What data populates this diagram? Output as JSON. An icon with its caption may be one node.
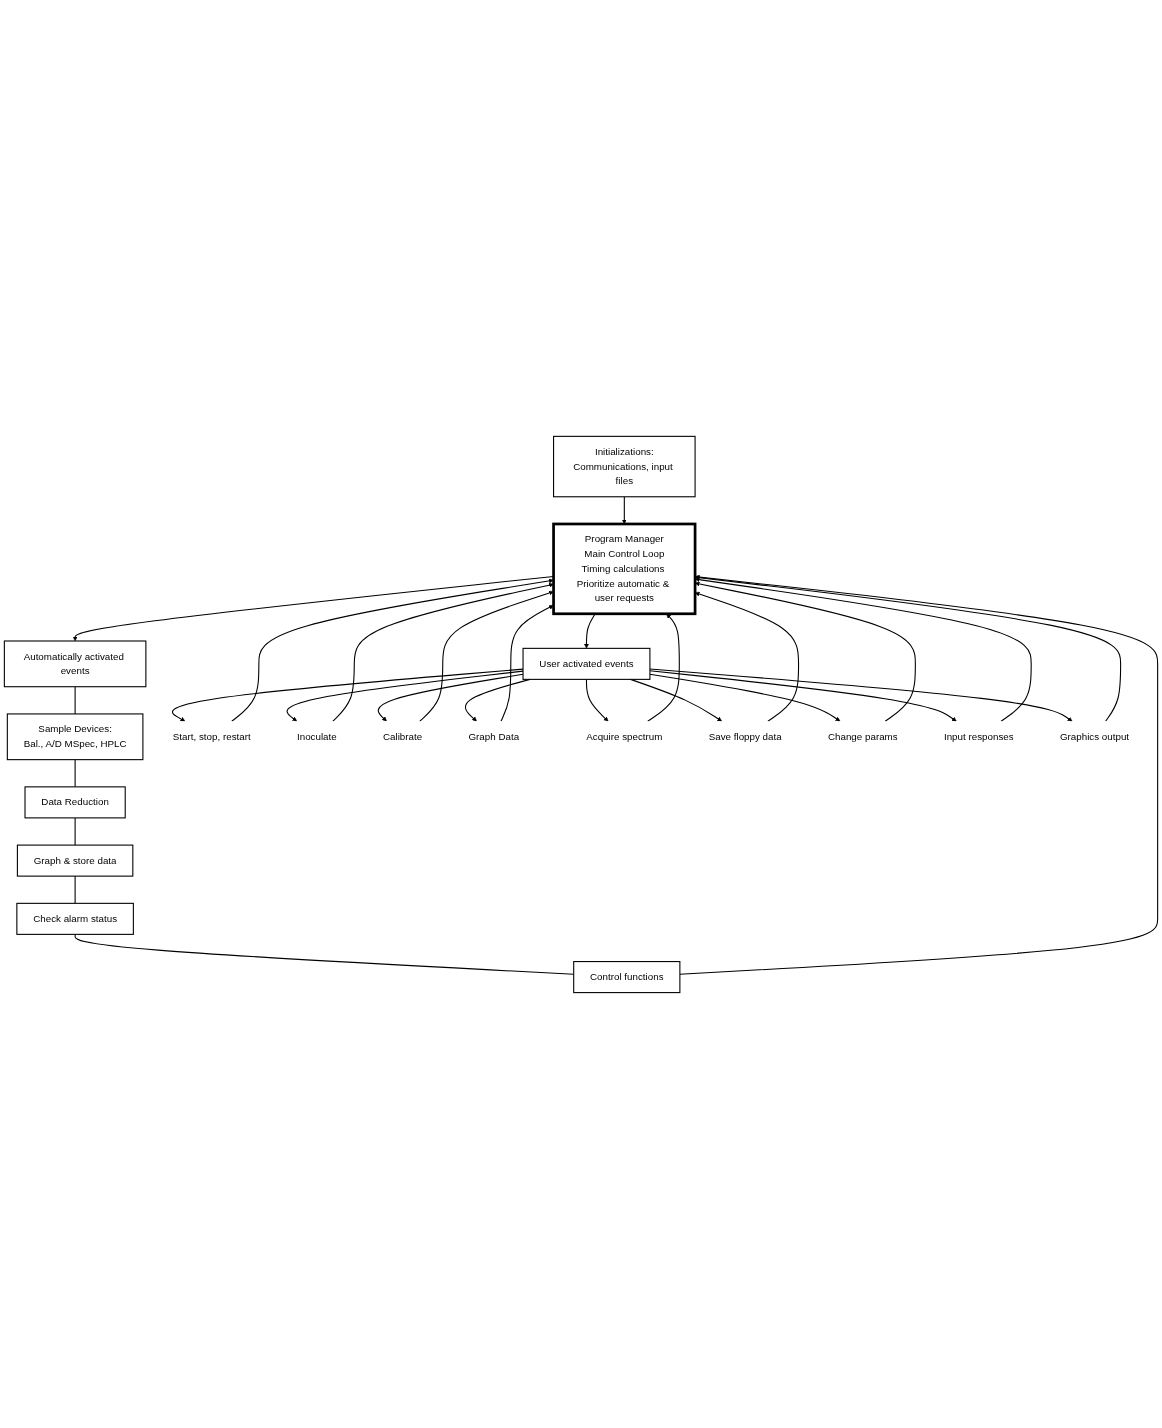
{
  "diagram": {
    "nodes": [
      {
        "text": [
          "Initializations:",
          "Communications, input files"
        ]
      },
      {
        "text": [
          "Program Manager",
          "Main Control Loop",
          "Timing calculations Prioritize automatic & user requests"
        ]
      },
      {
        "text": [
          "Automatically activated events"
        ]
      },
      {
        "text": [
          "User activated events"
        ]
      },
      {
        "text": [
          "Sample Devices:",
          "Bal., A/D MSpec, HPLC"
        ]
      },
      {
        "text": [
          "Data Reduction"
        ]
      },
      {
        "text": [
          "Graph & store data"
        ]
      },
      {
        "text": [
          "Check alarm status"
        ]
      },
      {
        "text": [
          "Control functions"
        ]
      },
      {
        "text": [
          "Start, stop, restart"
        ]
      },
      {
        "text": [
          "Inoculate"
        ]
      },
      {
        "text": [
          "Calibrate"
        ]
      },
      {
        "text": [
          "Graph Data"
        ]
      },
      {
        "text": [
          "Acquire spectrum"
        ]
      },
      {
        "text": [
          "Save floppy data"
        ]
      },
      {
        "text": [
          "Change params"
        ]
      },
      {
        "text": [
          "Input responses"
        ]
      },
      {
        "text": [
          "Graphics output"
        ]
      }
    ],
    "edges": [
      {
        "from": 0,
        "to": 1,
        "arrow": "to"
      },
      {
        "from": 1,
        "to": 2,
        "arrow": "to"
      },
      {
        "from": 1,
        "to": 3,
        "arrow": "to"
      },
      {
        "from": 2,
        "to": 4,
        "arrow": "none"
      },
      {
        "from": 4,
        "to": 5,
        "arrow": "none"
      },
      {
        "from": 5,
        "to": 6,
        "arrow": "none"
      },
      {
        "from": 6,
        "to": 7,
        "arrow": "none"
      },
      {
        "from": 7,
        "to": 8,
        "arrow": "none"
      },
      {
        "from": 8,
        "to": 1,
        "arrow": "to"
      },
      {
        "from": 3,
        "to": 9,
        "arrow": "to"
      },
      {
        "from": 3,
        "to": 10,
        "arrow": "to"
      },
      {
        "from": 3,
        "to": 11,
        "arrow": "to"
      },
      {
        "from": 3,
        "to": 12,
        "arrow": "to"
      },
      {
        "from": 3,
        "to": 13,
        "arrow": "to"
      },
      {
        "from": 3,
        "to": 14,
        "arrow": "to"
      },
      {
        "from": 3,
        "to": 15,
        "arrow": "to"
      },
      {
        "from": 3,
        "to": 16,
        "arrow": "to"
      },
      {
        "from": 3,
        "to": 17,
        "arrow": "to"
      },
      {
        "from": 9,
        "to": 1,
        "arrow": "to"
      },
      {
        "from": 10,
        "to": 1,
        "arrow": "to"
      },
      {
        "from": 11,
        "to": 1,
        "arrow": "to"
      },
      {
        "from": 12,
        "to": 1,
        "arrow": "to"
      },
      {
        "from": 13,
        "to": 1,
        "arrow": "to"
      },
      {
        "from": 14,
        "to": 1,
        "arrow": "to"
      },
      {
        "from": 15,
        "to": 1,
        "arrow": "to"
      },
      {
        "from": 16,
        "to": 1,
        "arrow": "to"
      },
      {
        "from": 17,
        "to": 1,
        "arrow": "to"
      }
    ]
  }
}
